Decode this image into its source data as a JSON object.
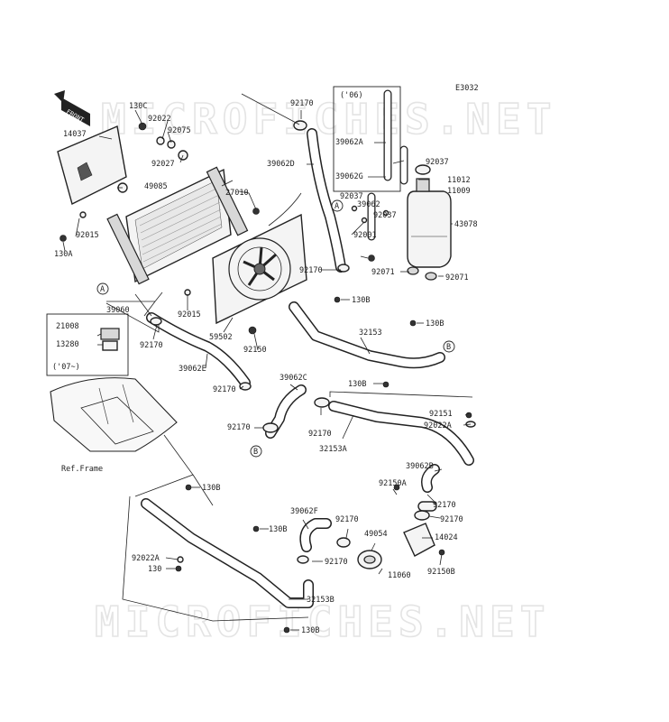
{
  "diagram": {
    "code": "E3032",
    "watermark": "MICROFICHES.NET",
    "ref_frame_label": "Ref.Frame",
    "front_label": "FRONT",
    "year_06": "('06)",
    "year_07": "('07~)",
    "callout_a": "A",
    "callout_b": "B",
    "parts": [
      {
        "id": "130C"
      },
      {
        "id": "92022"
      },
      {
        "id": "92075"
      },
      {
        "id": "92027"
      },
      {
        "id": "14037"
      },
      {
        "id": "49085"
      },
      {
        "id": "92015"
      },
      {
        "id": "130A"
      },
      {
        "id": "27010"
      },
      {
        "id": "39060"
      },
      {
        "id": "92015"
      },
      {
        "id": "59502"
      },
      {
        "id": "92150"
      },
      {
        "id": "92170"
      },
      {
        "id": "92170"
      },
      {
        "id": "39062D"
      },
      {
        "id": "92170"
      },
      {
        "id": "39062A"
      },
      {
        "id": "92037"
      },
      {
        "id": "11012"
      },
      {
        "id": "11009"
      },
      {
        "id": "39062G"
      },
      {
        "id": "92037"
      },
      {
        "id": "39062"
      },
      {
        "id": "92037"
      },
      {
        "id": "43078"
      },
      {
        "id": "92001"
      },
      {
        "id": "92071"
      },
      {
        "id": "92071"
      },
      {
        "id": "130B"
      },
      {
        "id": "130B"
      },
      {
        "id": "32153"
      },
      {
        "id": "21008"
      },
      {
        "id": "13280"
      },
      {
        "id": "39062E"
      },
      {
        "id": "92170"
      },
      {
        "id": "92170"
      },
      {
        "id": "39062C"
      },
      {
        "id": "130B"
      },
      {
        "id": "92151"
      },
      {
        "id": "92022A"
      },
      {
        "id": "92170"
      },
      {
        "id": "92170"
      },
      {
        "id": "32153A"
      },
      {
        "id": "39062B"
      },
      {
        "id": "92150A"
      },
      {
        "id": "92170"
      },
      {
        "id": "92170"
      },
      {
        "id": "130B"
      },
      {
        "id": "39062F"
      },
      {
        "id": "92170"
      },
      {
        "id": "49054"
      },
      {
        "id": "14024"
      },
      {
        "id": "130B"
      },
      {
        "id": "92022A"
      },
      {
        "id": "130"
      },
      {
        "id": "92170"
      },
      {
        "id": "11060"
      },
      {
        "id": "92150B"
      },
      {
        "id": "32153B"
      },
      {
        "id": "130B"
      }
    ]
  }
}
